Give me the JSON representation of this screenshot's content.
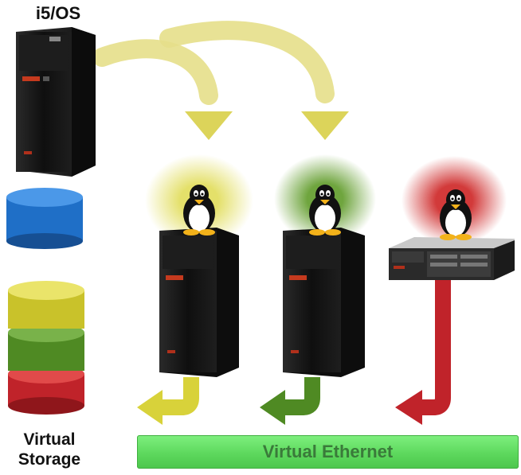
{
  "labels": {
    "os": "i5/OS",
    "virtual_storage_line1": "Virtual",
    "virtual_storage_line2": "Storage",
    "virtual_ethernet": "Virtual Ethernet"
  },
  "icons": [
    "ibm-tower-server-icon",
    "storage-disk-icon",
    "linux-penguin-icon",
    "rack-server-icon",
    "curved-arrow-icon"
  ],
  "colors": {
    "partition_yellow": "#d8d23a",
    "partition_green": "#4f8a23",
    "partition_red": "#c0232a",
    "storage_blue": "#1f6fc7",
    "ethernet_green": "#5dd85d",
    "server_black": "#151515"
  }
}
